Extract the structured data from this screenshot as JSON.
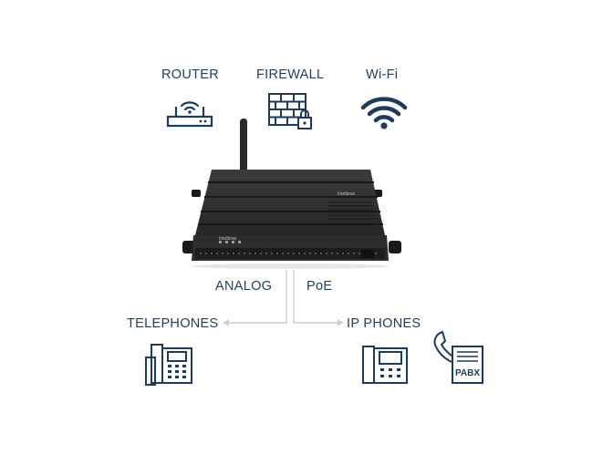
{
  "labels": {
    "router": "ROUTER",
    "firewall": "FIREWALL",
    "wifi": "Wi-Fi",
    "analog": "ANALOG",
    "poe": "PoE",
    "telephones": "TELEPHONES",
    "ip_phones": "IP PHONES",
    "pabx": "PABX"
  },
  "device": {
    "brand_text_front": "Intelbras",
    "brand_text_top": "Intelbras"
  },
  "colors": {
    "icon": "#1f3a5a",
    "connector": "#c9ced4",
    "device_body": "#2b2b2b",
    "device_dark": "#1a1a1a"
  },
  "icons": [
    "router-icon",
    "firewall-icon",
    "wifi-icon",
    "telephone-icon",
    "ip-phone-icon",
    "pabx-icon"
  ]
}
